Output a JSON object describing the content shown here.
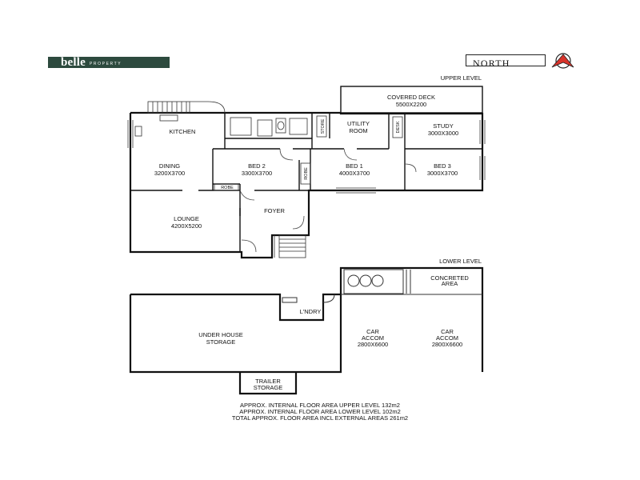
{
  "logo": {
    "brand": "belle",
    "sub": "PROPERTY"
  },
  "compass": {
    "label": "NORTH"
  },
  "levels": {
    "upper": "UPPER LEVEL",
    "lower": "LOWER LEVEL"
  },
  "rooms": {
    "covered_deck": {
      "name": "COVERED DECK",
      "dims": "5500X2200"
    },
    "kitchen": {
      "name": "KITCHEN"
    },
    "utility": {
      "name1": "UTILITY",
      "name2": "ROOM"
    },
    "store": {
      "name": "STORE"
    },
    "desk": {
      "name": "DESK"
    },
    "study": {
      "name": "STUDY",
      "dims": "3000X3000"
    },
    "dining": {
      "name": "DINING",
      "dims": "3200X3700"
    },
    "bed2": {
      "name": "BED 2",
      "dims": "3300X3700"
    },
    "bed1": {
      "name": "BED 1",
      "dims": "4000X3700"
    },
    "bed3": {
      "name": "BED 3",
      "dims": "3000X3700"
    },
    "robe_left": {
      "name": "ROBE"
    },
    "robe_mid": {
      "name": "ROBE"
    },
    "foyer": {
      "name": "FOYER"
    },
    "lounge": {
      "name": "LOUNGE",
      "dims": "4200X5200"
    },
    "concreted": {
      "name1": "CONCRETED",
      "name2": "AREA"
    },
    "laundry": {
      "name": "L'NDRY"
    },
    "under_house": {
      "name1": "UNDER HOUSE",
      "name2": "STORAGE"
    },
    "car1": {
      "name1": "CAR",
      "name2": "ACCOM",
      "dims": "2800X6600"
    },
    "car2": {
      "name1": "CAR",
      "name2": "ACCOM",
      "dims": "2800X6600"
    },
    "trailer": {
      "name1": "TRAILER",
      "name2": "STORAGE"
    }
  },
  "areas": {
    "upper": "APPROX. INTERNAL FLOOR AREA UPPER LEVEL 132m2",
    "lower": "APPROX. INTERNAL FLOOR AREA LOWER LEVEL 102m2",
    "total": "TOTAL APPROX. FLOOR AREA INCL EXTERNAL AREAS 261m2"
  }
}
